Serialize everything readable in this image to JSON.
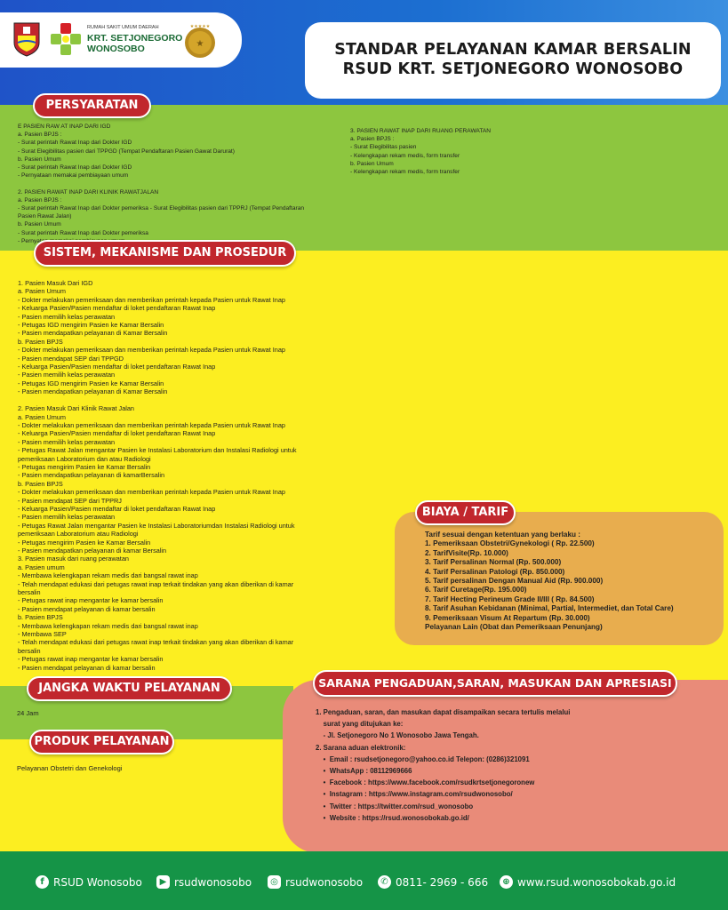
{
  "header": {
    "hospital_label": "RUMAH SAKIT UMUM DAERAH",
    "hospital_name_line1": "KRT. SETJONEGORO",
    "hospital_name_line2": "WONOSOBO",
    "title_line1": "STANDAR PELAYANAN KAMAR BERSALIN",
    "title_line2": "RSUD KRT. SETJONEGORO WONOSOBO"
  },
  "persyaratan": {
    "heading": "PERSYARATAN",
    "left_text": "E PASIEN RAW AT INAP DARI IGD\na. Pasien BPJS :\n- Surat perintah Rawat Inap dari Dokter IGD\n- Surat Elegibilitas pasien dari TPPGD (Tempat Pendaftaran Pasien Gawat Darurat)\nb. Pasien Umum\n- Surat perintah Rawat Inap dari Dokter IGD\n- Pernyataan memakai pembiayaan umum\n\n2. PASIEN RAWAT INAP DARI KLINIK RAWATJALAN\na. Pasien BPJS :\n- Surat perintah Rawat Inap dari Dokter pemeriksa - Surat Elegibilitas pasien dari TPPRJ (Tempat Pendaftaran\nPasien Rawat Jalan)\nb. Pasien Umum\n- Surat perintah Rawat Inap dari Dokter pemeriksa\n- Pernyatan memakai pembiayaan umum",
    "right_text": "3. PASIEN RAWAT INAP DARI RUANG PERAWATAN\na. Pasien BPJS :\n- Surat Elegibilitas pasien\n- Kelengkapan rekam medis, form transfer\nb. Pasien Umum\n- Kelengkapan rekam medis, form transfer"
  },
  "sistem": {
    "heading": "SISTEM, MEKANISME DAN PROSEDUR",
    "text": "1. Pasien Masuk Dari IGD\na. Pasien Umum\n- Dokter melakukan pemeriksaan dan memberikan perintah kepada Pasien untuk Rawat Inap\n- Keluarga Pasien/Pasien mendaftar di loket pendaftaran Rawat Inap\n- Pasien memilih kelas perawatan\n- Petugas IGD mengirim Pasien ke Kamar Bersalin\n- Pasien mendapatkan pelayanan di Kamar Bersalin\nb. Pasien BPJS\n- Dokter melakukan pemeriksaan dan memberikan perintah kepada Pasien untuk Rawat Inap\n- Pasien mendapat SEP dari TPPGD\n- Keluarga Pasien/Pasien mendaftar di loket pendaftaran Rawat Inap\n- Pasien memilih kelas perawatan\n- Petugas IGD mengirim Pasien ke Kamar Bersalin\n- Pasien mendapatkan pelayanan di Kamar Bersalin\n\n2. Pasien Masuk Dari Klinik Rawat Jalan\na. Pasien Umum\n- Dokter melakukan pemeriksaan dan memberikan perintah kepada Pasien untuk Rawat Inap\n- Keluarga Pasien/Pasien mendaftar di loket pendaftaran Rawat Inap\n- Pasien memilih kelas perawatan\n- Petugas Rawat Jalan mengantar Pasien ke Instalasi Laboratorium dan Instalasi Radiologi untuk\npemeriksaan Laboratorium dan atau Radiologi\n- Petugas mengirim Pasien ke Kamar Bersalin\n- Pasien mendapatkan pelayanan di kamarBersalin\nb. Pasien BPJS\n- Dokter melakukan pemeriksaan dan memberikan perintah kepada Pasien untuk Rawat Inap\n- Pasien mendapat SEP dari TPPRJ\n- Keluarga Pasien/Pasien mendaftar di loket pendaftaran Rawat Inap\n- Pasien memilih kelas perawatan\n- Petugas Rawat Jalan mengantar Pasien ke Instalasi Laboratoriumdan Instalasi Radiologi untuk\npemeriksaan Laboratorium atau Radiologi\n- Petugas mengirim Pasien ke Kamar Bersalin\n- Pasien mendapatkan pelayanan di kamar Bersalin\n3. Pasien masuk dari ruang perawatan\na. Pasien umum\n- Membawa kelengkapan rekam medis dari bangsal rawat inap\n- Telah mendapat edukasi dari petugas rawat inap terkait tindakan yang akan diberikan di kamar\nbersalin\n- Petugas rawat inap mengantar ke kamar bersalin\n- Pasien mendapat pelayanan di kamar bersalin\nb. Pasien BPJS\n- Membawa kelengkapan rekam medis dari bangsal rawat inap\n- Membawa SEP\n- Telah mendapat edukasi dari petugas rawat inap terkait tindakan yang akan diberikan di kamar\nbersalin\n- Petugas rawat inap mengantar ke kamar bersalin\n- Pasien mendapat pelayanan di kamar bersalin"
  },
  "biaya": {
    "heading": "BIAYA / TARIF",
    "text": "Tarif sesuai dengan ketentuan yang berlaku :\n1. Pemeriksaan Obstetri/Gynekologi ( Rp. 22.500)\n2. TarifVisite(Rp. 10.000)\n3. Tarif Persalinan Normal (Rp. 500.000)\n4. Tarif Persalinan Patologi (Rp. 850.000)\n5. Tarif persalinan Dengan Manual Aid (Rp. 900.000)\n6. Tarif Curetage(Rp. 195.000)\n7. Tarif Hecting Perineum Grade II/III ( Rp. 84.500)\n8. Tarif Asuhan Kebidanan (Minimal, Partial, Intermediet, dan Total Care)\n9. Pemeriksaan Visum At Repartum (Rp. 30.000)\nPelayanan Lain (Obat dan Pemeriksaan Penunjang)"
  },
  "jangka": {
    "heading": "JANGKA WAKTU PELAYANAN",
    "value": "24 Jam"
  },
  "produk": {
    "heading": "PRODUK PELAYANAN",
    "value": "Pelayanan Obstetri dan Genekologi"
  },
  "sarana": {
    "heading": "SARANA PENGADUAN,SARAN, MASUKAN DAN APRESIASI",
    "text": "1. Pengaduan, saran, dan masukan dapat disampaikan secara tertulis melalui\n    surat yang ditujukan ke:\n    - Jl. Setjonegoro No 1 Wonosobo Jawa Tengah.\n2. Sarana aduan elektronik:\n    •  Email : rsudsetjonegoro@yahoo.co.id Telepon: (0286)321091\n    •  WhatsApp : 08112969666\n    •  Facebook : https://www.facebook.com/rsudkrtsetjonegoronew\n    •  Instagram : https://www.instagram.com/rsudwonosobo/\n    •  Twitter : https://twitter.com/rsud_wonosobo\n    •  Website : https://rsud.wonosobokab.go.id/"
  },
  "footer": {
    "facebook": "RSUD Wonosobo",
    "youtube": "rsudwonosobo",
    "instagram": "rsudwonosobo",
    "phone": "0811- 2969 - 666",
    "website": "www.rsud.wonosobokab.go.id"
  },
  "colors": {
    "blue": "#1f53c8",
    "green": "#8dc63f",
    "yellow": "#fcee21",
    "red_pill": "#c1272d",
    "orange_box": "#e8ad4e",
    "salmon_box": "#e98b79",
    "footer_green": "#159447"
  }
}
